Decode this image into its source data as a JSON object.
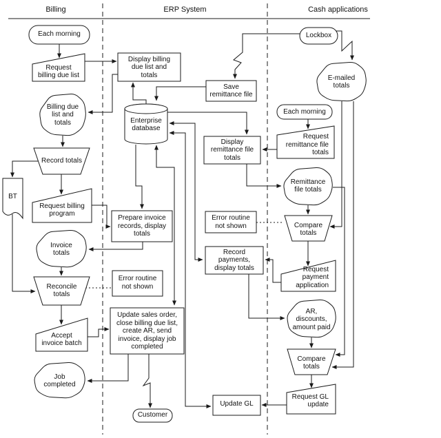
{
  "lanes": {
    "billing": "Billing",
    "erp": "ERP System",
    "cash": "Cash applications"
  },
  "nodes": {
    "each_morning_billing": {
      "label": "Each morning",
      "shape": "terminator"
    },
    "request_billing_due_list": {
      "label": "Request\nbilling due list",
      "shape": "manual-input"
    },
    "display_billing_due_list": {
      "label": "Display billing\ndue list and\ntotals",
      "shape": "process"
    },
    "billing_due_list_totals": {
      "label": "Billing due\nlist and\ntotals",
      "shape": "display"
    },
    "record_totals": {
      "label": "Record totals",
      "shape": "manual-operation"
    },
    "bt_document": {
      "label": "BT",
      "shape": "document"
    },
    "request_billing_program": {
      "label": "Request billing\nprogram",
      "shape": "manual-input"
    },
    "invoice_totals": {
      "label": "Invoice\ntotals",
      "shape": "display"
    },
    "reconcile_totals": {
      "label": "Reconcile\ntotals",
      "shape": "manual-operation"
    },
    "accept_invoice_batch": {
      "label": "Accept\ninvoice batch",
      "shape": "manual-input"
    },
    "job_completed": {
      "label": "Job\ncompleted",
      "shape": "display"
    },
    "save_remittance_file": {
      "label": "Save\nremittance file",
      "shape": "process"
    },
    "enterprise_database": {
      "label": "Enterprise\ndatabase",
      "shape": "database-cylinder"
    },
    "display_remittance_file_totals": {
      "label": "Display\nremittance file\ntotals",
      "shape": "process"
    },
    "prepare_invoice_records": {
      "label": "Prepare invoice\nrecords, display\ntotals",
      "shape": "process"
    },
    "error_routine_right": {
      "label": "Error routine\nnot shown",
      "shape": "annotation"
    },
    "record_payments": {
      "label": "Record\npayments,\ndisplay totals",
      "shape": "process"
    },
    "error_routine_left": {
      "label": "Error routine\nnot shown",
      "shape": "annotation"
    },
    "update_sales_order": {
      "label": "Update sales order,\nclose billing due list,\ncreate AR, send\ninvoice, display job\ncompleted",
      "shape": "process"
    },
    "update_gl": {
      "label": "Update GL",
      "shape": "process"
    },
    "customer": {
      "label": "Customer",
      "shape": "terminator"
    },
    "lockbox": {
      "label": "Lockbox",
      "shape": "terminator"
    },
    "emailed_totals": {
      "label": "E-mailed\ntotals",
      "shape": "display"
    },
    "each_morning_cash": {
      "label": "Each morning",
      "shape": "terminator"
    },
    "request_remittance_file_totals": {
      "label": "Request\nremittance file\ntotals",
      "shape": "manual-input"
    },
    "remittance_file_totals": {
      "label": "Remittance\nfile totals",
      "shape": "display"
    },
    "compare_totals_1": {
      "label": "Compare\ntotals",
      "shape": "manual-operation"
    },
    "request_payment_application": {
      "label": "Request\npayment\napplication",
      "shape": "manual-input"
    },
    "ar_discounts_amount_paid": {
      "label": "AR,\ndiscounts,\namount paid",
      "shape": "display"
    },
    "compare_totals_2": {
      "label": "Compare\ntotals",
      "shape": "manual-operation"
    },
    "request_gl_update": {
      "label": "Request GL\nupdate",
      "shape": "manual-input"
    }
  },
  "edges": [
    {
      "from": "each_morning_billing",
      "to": "request_billing_due_list",
      "style": "arrow"
    },
    {
      "from": "request_billing_due_list",
      "to": "display_billing_due_list",
      "style": "arrow"
    },
    {
      "from": "display_billing_due_list",
      "to": "billing_due_list_totals",
      "style": "arrow"
    },
    {
      "from": "billing_due_list_totals",
      "to": "record_totals",
      "style": "arrow"
    },
    {
      "from": "record_totals",
      "to": "bt_document",
      "style": "arrow"
    },
    {
      "from": "record_totals",
      "to": "request_billing_program",
      "style": "arrow"
    },
    {
      "from": "request_billing_program",
      "to": "prepare_invoice_records",
      "style": "arrow"
    },
    {
      "from": "bt_document",
      "to": "reconcile_totals",
      "style": "arrow"
    },
    {
      "from": "prepare_invoice_records",
      "to": "invoice_totals",
      "style": "arrow"
    },
    {
      "from": "invoice_totals",
      "to": "reconcile_totals",
      "style": "arrow"
    },
    {
      "from": "reconcile_totals",
      "to": "accept_invoice_batch",
      "style": "arrow"
    },
    {
      "from": "accept_invoice_batch",
      "to": "update_sales_order",
      "style": "arrow"
    },
    {
      "from": "update_sales_order",
      "to": "job_completed",
      "style": "arrow"
    },
    {
      "from": "update_sales_order",
      "to": "customer",
      "style": "lightning-arrow"
    },
    {
      "from": "enterprise_database",
      "to": "display_billing_due_list",
      "style": "arrow"
    },
    {
      "from": "save_remittance_file",
      "to": "enterprise_database",
      "style": "arrow"
    },
    {
      "from": "enterprise_database",
      "to": "update_sales_order",
      "style": "double-arrow"
    },
    {
      "from": "enterprise_database",
      "to": "record_payments",
      "style": "double-arrow"
    },
    {
      "from": "enterprise_database",
      "to": "update_gl",
      "style": "double-arrow"
    },
    {
      "from": "enterprise_database",
      "to": "prepare_invoice_records",
      "style": "arrow"
    },
    {
      "from": "enterprise_database",
      "to": "display_remittance_file_totals",
      "style": "arrow"
    },
    {
      "from": "lockbox",
      "to": "save_remittance_file",
      "style": "lightning-arrow"
    },
    {
      "from": "lockbox",
      "to": "emailed_totals",
      "style": "lightning-arrow"
    },
    {
      "from": "emailed_totals",
      "to": "compare_totals_1",
      "style": "arrow"
    },
    {
      "from": "emailed_totals",
      "to": "compare_totals_2",
      "style": "arrow"
    },
    {
      "from": "remittance_file_totals",
      "to": "compare_totals_2",
      "style": "arrow"
    },
    {
      "from": "each_morning_cash",
      "to": "request_remittance_file_totals",
      "style": "arrow"
    },
    {
      "from": "request_remittance_file_totals",
      "to": "display_remittance_file_totals",
      "style": "arrow"
    },
    {
      "from": "display_remittance_file_totals",
      "to": "remittance_file_totals",
      "style": "arrow"
    },
    {
      "from": "remittance_file_totals",
      "to": "compare_totals_1",
      "style": "arrow"
    },
    {
      "from": "compare_totals_1",
      "to": "request_payment_application",
      "style": "arrow"
    },
    {
      "from": "request_payment_application",
      "to": "record_payments",
      "style": "arrow"
    },
    {
      "from": "record_payments",
      "to": "ar_discounts_amount_paid",
      "style": "arrow"
    },
    {
      "from": "ar_discounts_amount_paid",
      "to": "compare_totals_2",
      "style": "arrow"
    },
    {
      "from": "compare_totals_2",
      "to": "request_gl_update",
      "style": "arrow"
    },
    {
      "from": "request_gl_update",
      "to": "update_gl",
      "style": "arrow"
    },
    {
      "from": "error_routine_left",
      "to": "reconcile_totals",
      "style": "dotted"
    },
    {
      "from": "error_routine_right",
      "to": "compare_totals_1",
      "style": "dotted"
    }
  ]
}
